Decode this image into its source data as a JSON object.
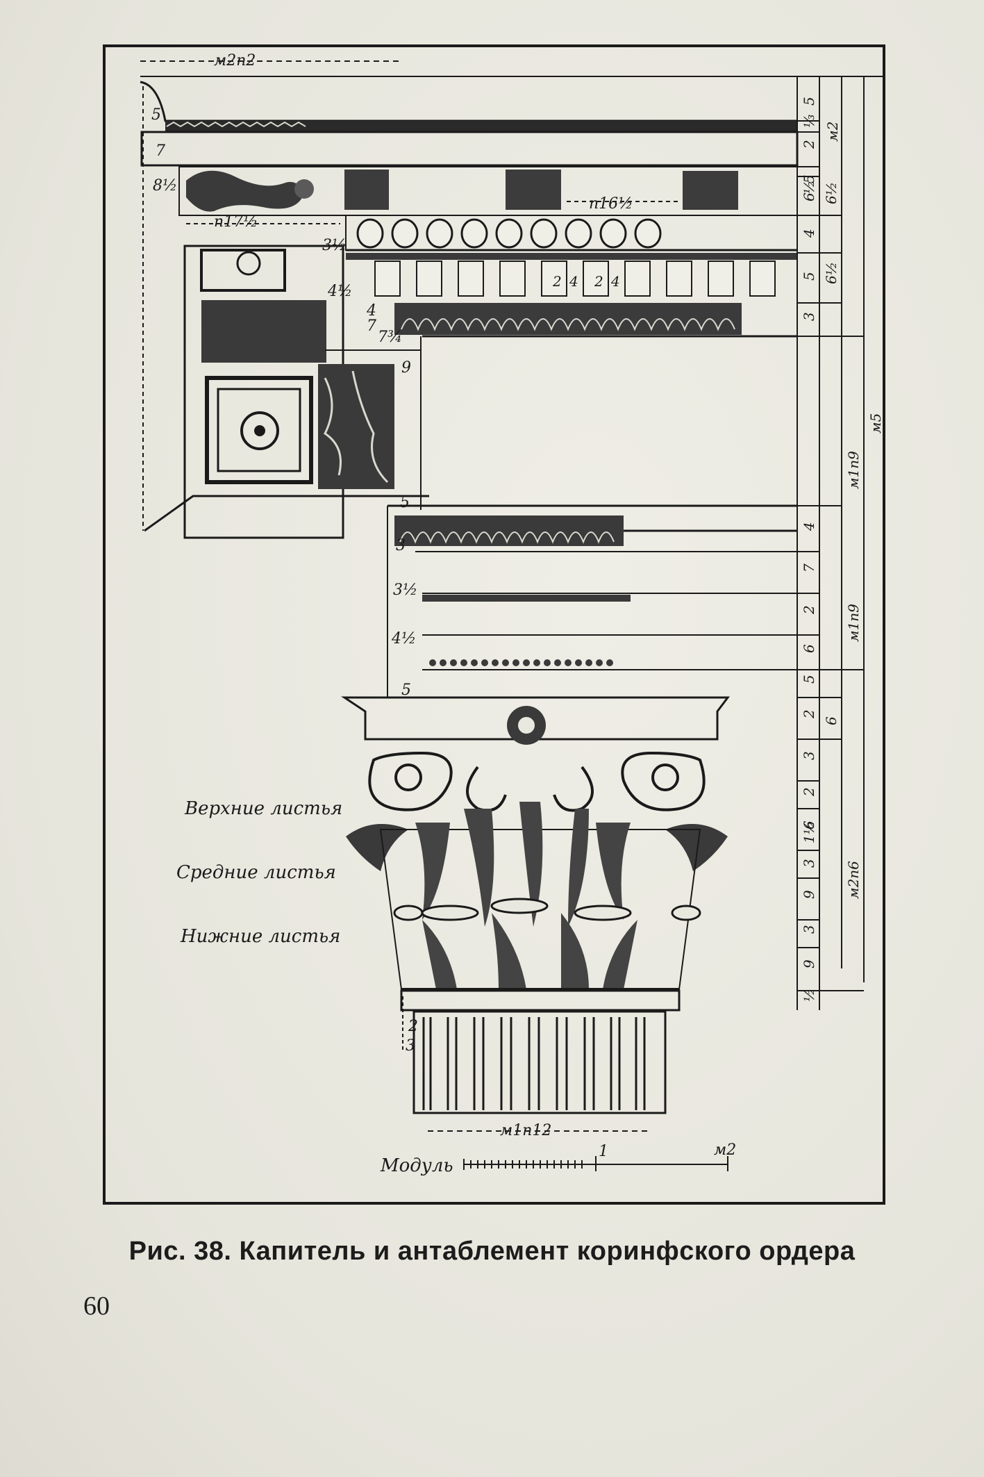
{
  "figure": {
    "caption": "Рис. 38. Капитель и антаблемент коринфского ордера",
    "leaf_labels": {
      "upper": "Верхние листья",
      "middle": "Средние листья",
      "lower": "Нижние листья"
    },
    "scale": {
      "label": "Модуль",
      "mark_1": "1",
      "mark_2": "м2"
    },
    "dimensions": {
      "top_width": "м2п2",
      "modillion_spacing": "п16½",
      "coffer_width": "п17½",
      "abacus_width": "м1п12",
      "left_offsets": [
        "5",
        "7",
        "8½"
      ],
      "cornice_offsets": [
        "3½",
        "4½",
        "4",
        "7",
        "7¾",
        "9"
      ],
      "architrave_offsets": [
        "5",
        "3",
        "3½",
        "4½",
        "5"
      ],
      "astragal_offsets": [
        "2",
        "3"
      ],
      "dentil_marks": [
        "2",
        "4",
        "2",
        "4"
      ]
    },
    "right_column": {
      "inner": [
        "5",
        "⅓",
        "2",
        "5",
        "½",
        "6",
        "4",
        "5",
        "3",
        "4",
        "7",
        "2",
        "6",
        "5",
        "2",
        "3",
        "2",
        "6",
        "1½",
        "3",
        "9",
        "3",
        "9",
        "½"
      ],
      "middle": [
        "6½",
        "6½",
        "6"
      ],
      "outer_labels": [
        "м2",
        "м1п9",
        "м1п9",
        "м5",
        "м2п6"
      ]
    }
  },
  "page_number": "60"
}
